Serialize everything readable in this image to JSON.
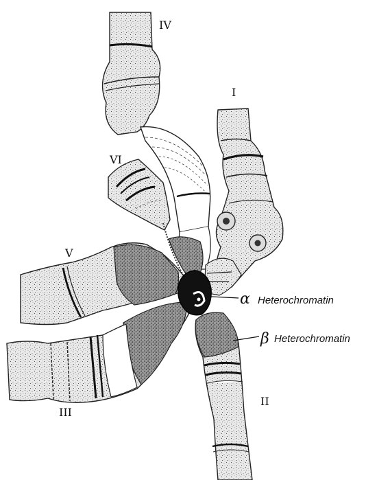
{
  "figure": {
    "arm_labels": {
      "I": "I",
      "II": "II",
      "III": "III",
      "IV": "IV",
      "V": "V",
      "VI": "VI"
    },
    "alpha": {
      "symbol": "α",
      "label": "Heterochromatin"
    },
    "beta": {
      "symbol": "β",
      "label": "Heterochromatin"
    }
  }
}
